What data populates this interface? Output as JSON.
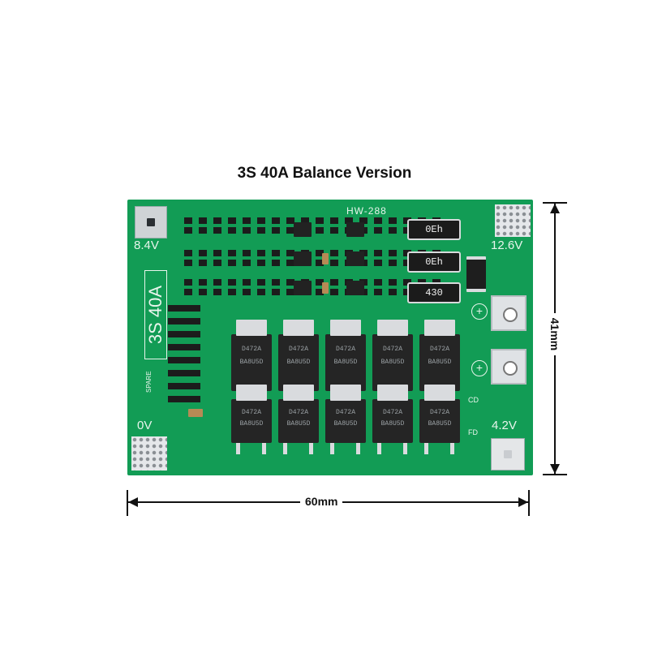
{
  "title": "3S 40A Balance Version",
  "board": {
    "model": "HW-288",
    "label_top_left": "8.4V",
    "label_top_right": "12.6V",
    "label_bottom_left": "0V",
    "label_bottom_right": "4.2V",
    "label_spec_vertical": "3S 40A",
    "label_spare": "SPARE",
    "label_cd": "CD",
    "label_fd": "FD",
    "resistors": [
      "0Eh",
      "0Eh",
      "430"
    ],
    "mosfet_marking_top": "D472A",
    "mosfet_marking_bottom": "BA8U5D"
  },
  "dimensions": {
    "width_label": "60mm",
    "height_label": "41mm"
  },
  "colors": {
    "pcb": "#129c55",
    "silkscreen": "#e8f5ec",
    "pad": "#cfd3d6"
  }
}
